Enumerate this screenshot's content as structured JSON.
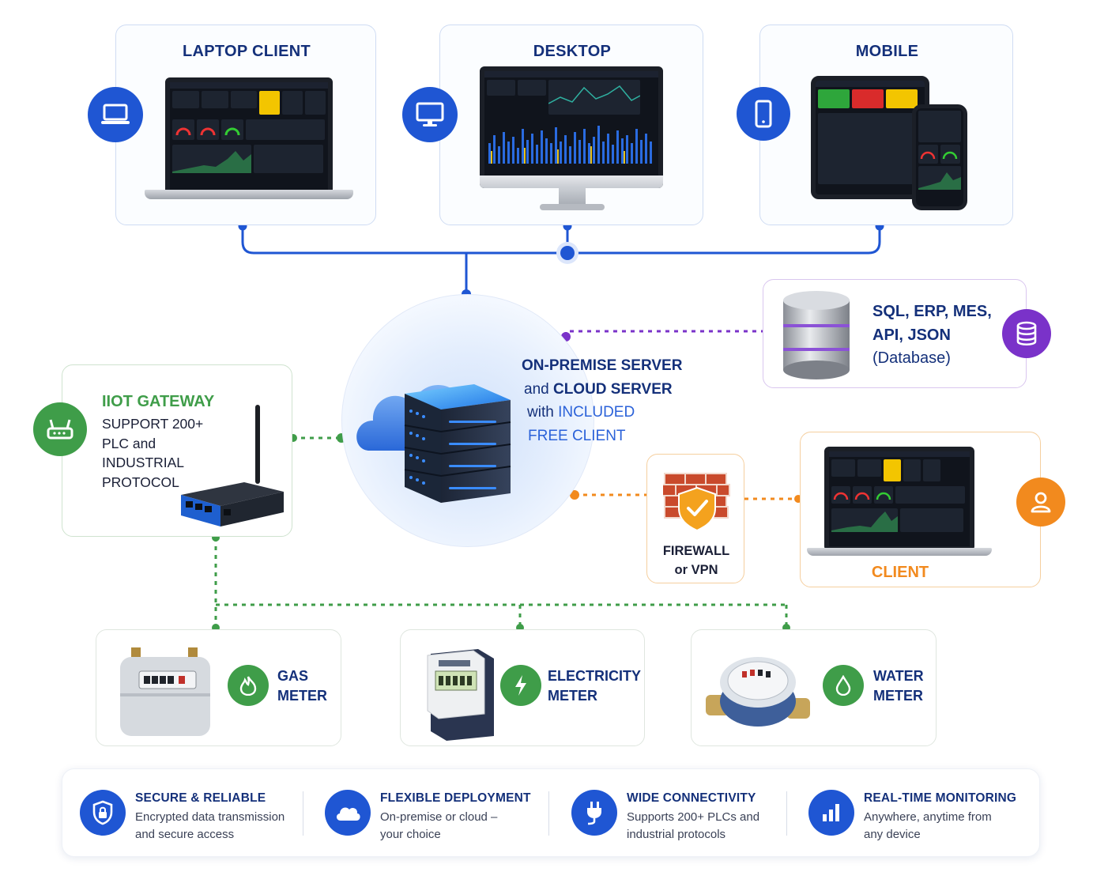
{
  "clients": {
    "laptop": "LAPTOP CLIENT",
    "desktop": "DESKTOP",
    "mobile": "MOBILE"
  },
  "server": {
    "line1": "ON-PREMISE SERVER",
    "line2_a": "and ",
    "line2_b": "CLOUD SERVER",
    "line3_a": "with ",
    "line3_b": "INCLUDED",
    "line4": "FREE CLIENT"
  },
  "database": {
    "line1": "SQL, ERP, MES,",
    "line2": "API, JSON",
    "line3": "(Database)"
  },
  "gateway": {
    "title": "IIOT GATEWAY",
    "desc": [
      "SUPPORT 200+",
      "PLC and",
      "INDUSTRIAL",
      "PROTOCOL"
    ]
  },
  "firewall": {
    "line1": "FIREWALL",
    "line2": "or VPN"
  },
  "client": {
    "label": "CLIENT"
  },
  "meters": [
    {
      "line1": "GAS",
      "line2": "METER"
    },
    {
      "line1": "ELECTRICITY",
      "line2": "METER"
    },
    {
      "line1": "WATER",
      "line2": "METER"
    }
  ],
  "features": [
    {
      "title": "SECURE & RELIABLE",
      "desc1": "Encrypted data transmission",
      "desc2": "and secure access",
      "icon": "shield-lock-icon"
    },
    {
      "title": "FLEXIBLE DEPLOYMENT",
      "desc1": "On-premise or cloud –",
      "desc2": "your choice",
      "icon": "cloud-icon"
    },
    {
      "title": "WIDE CONNECTIVITY",
      "desc1": "Supports 200+ PLCs and",
      "desc2": "industrial protocols",
      "icon": "plug-icon"
    },
    {
      "title": "REAL-TIME MONITORING",
      "desc1": "Anywhere, anytime from",
      "desc2": "any device",
      "icon": "bar-chart-icon"
    }
  ],
  "colors": {
    "navy": "#14307a",
    "blue": "#1f56d3",
    "purple": "#7a32c9",
    "green": "#3f9d49",
    "orange": "#f28a1e"
  }
}
